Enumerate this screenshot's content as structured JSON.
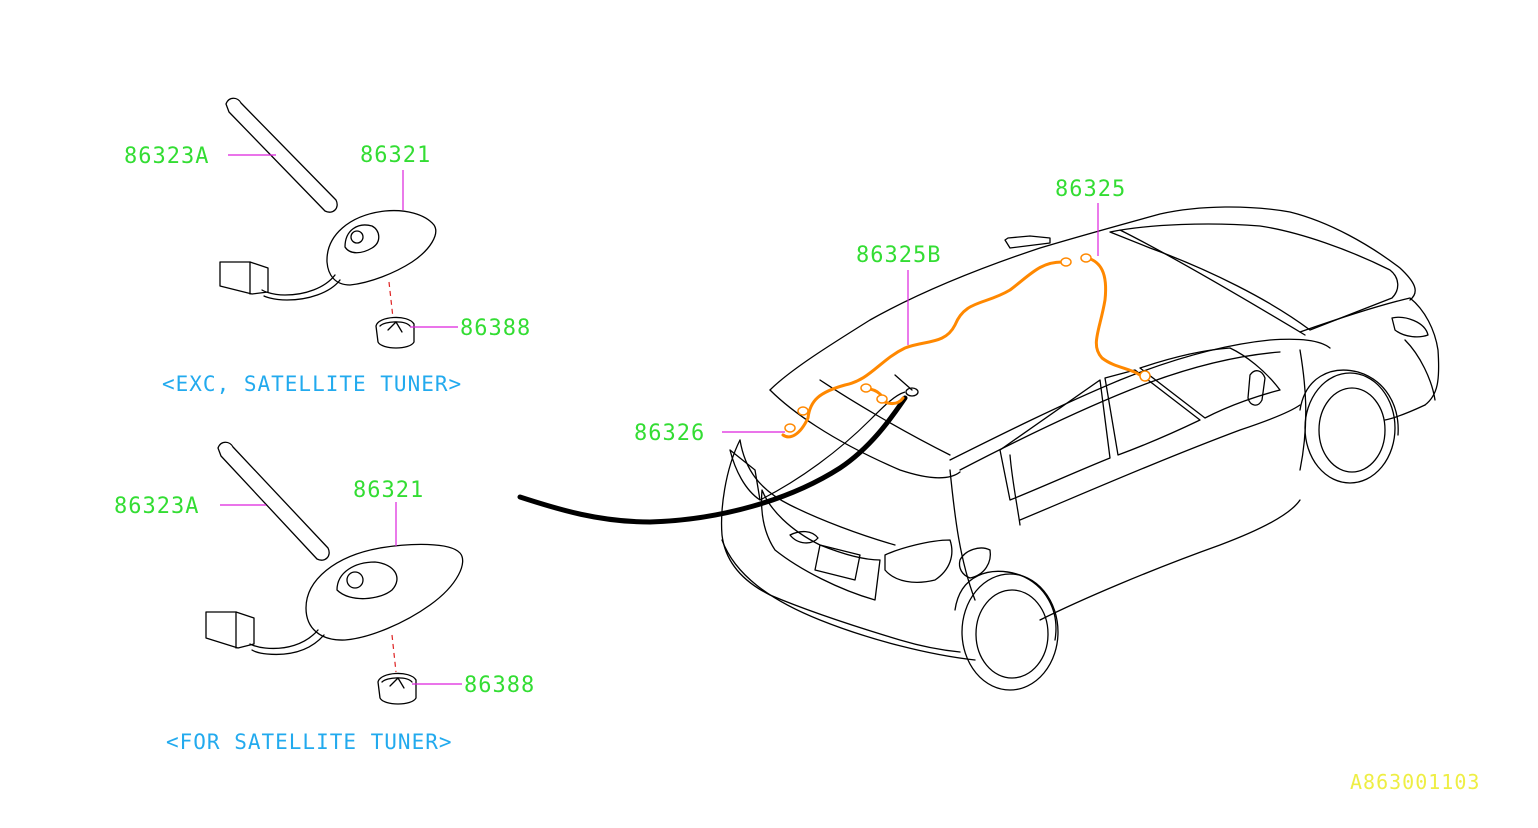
{
  "colors": {
    "part_label": "#33dd33",
    "caption": "#22aaee",
    "leader": "#dd22dd",
    "harness": "#ff8800",
    "reference": "#eeee44",
    "outline": "#000000"
  },
  "labels": {
    "upper_rod": "86323A",
    "upper_base": "86321",
    "upper_nut": "86388",
    "lower_rod": "86323A",
    "lower_base": "86321",
    "lower_nut": "86388",
    "harness_main": "86325",
    "harness_b": "86325B",
    "feeder": "86326"
  },
  "captions": {
    "upper": "<EXC, SATELLITE TUNER>",
    "lower": "<FOR SATELLITE TUNER>"
  },
  "reference_code": "A863001103",
  "icons": {
    "antenna_rod": "antenna-rod-icon",
    "antenna_base": "shark-fin-antenna-base-icon",
    "nut": "mounting-nut-icon",
    "car": "hatchback-car-icon"
  }
}
